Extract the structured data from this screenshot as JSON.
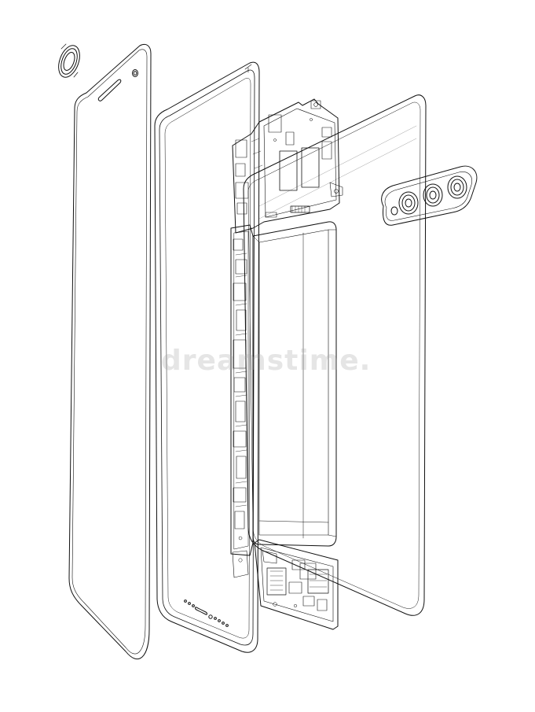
{
  "watermark": {
    "text": "dreamstime."
  },
  "colors": {
    "line": "#111111",
    "background": "#ffffff",
    "watermark": "#a0a0a0"
  },
  "components": [
    "front-glass-panel",
    "fingerprint-sensor",
    "front-speaker-grille",
    "front-camera-hole",
    "display-frame",
    "bottom-port-grille",
    "usb-port",
    "logic-board",
    "battery",
    "bottom-charging-board",
    "rear-glass-panel",
    "rear-camera-module"
  ]
}
